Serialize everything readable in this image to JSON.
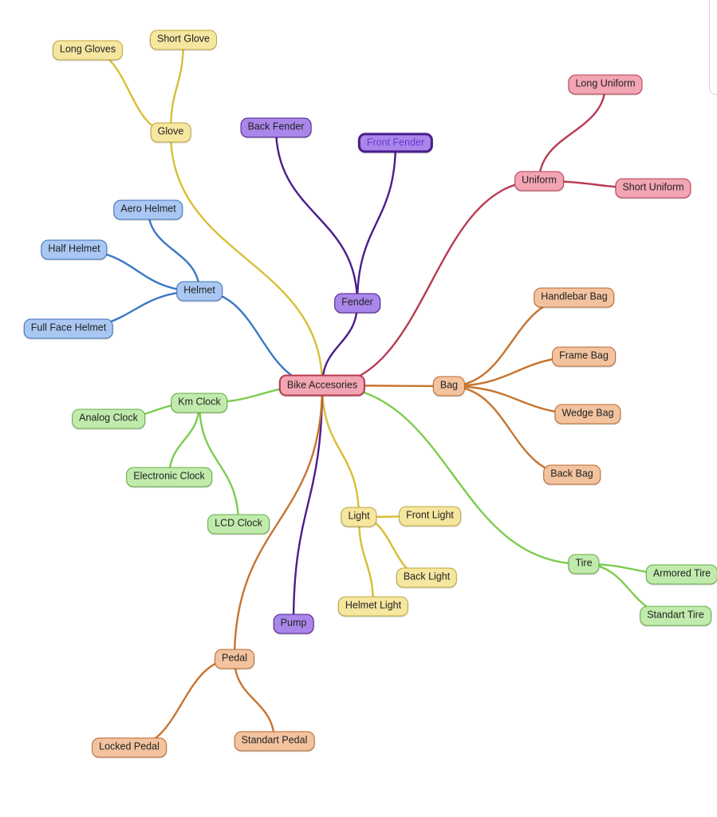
{
  "colors": {
    "red": "#b83a52",
    "purple": "#4b1d8a",
    "yellow": "#d8bf36",
    "blue": "#3b78c4",
    "green": "#7ccc4e",
    "orange": "#c7742e"
  },
  "root": {
    "label": "Bike Accesories",
    "color": "red"
  },
  "branches": [
    {
      "label": "Glove",
      "color": "yellow",
      "children": [
        "Long Gloves",
        "Short Glove"
      ]
    },
    {
      "label": "Helmet",
      "color": "blue",
      "children": [
        "Aero Helmet",
        "Half Helmet",
        "Full Face Helmet"
      ]
    },
    {
      "label": "Fender",
      "color": "purple",
      "children": [
        "Back Fender",
        "Front Fender"
      ]
    },
    {
      "label": "Uniform",
      "color": "red",
      "children": [
        "Long Uniform",
        "Short Uniform"
      ]
    },
    {
      "label": "Bag",
      "color": "orange",
      "children": [
        "Handlebar Bag",
        "Frame Bag",
        "Wedge Bag",
        "Back Bag"
      ]
    },
    {
      "label": "Km Clock",
      "color": "green",
      "children": [
        "Analog Clock",
        "Electronic Clock",
        "LCD Clock"
      ]
    },
    {
      "label": "Light",
      "color": "yellow",
      "children": [
        "Front Light",
        "Back Light",
        "Helmet Light"
      ]
    },
    {
      "label": "Tire",
      "color": "green",
      "children": [
        "Armored Tire",
        "Standart Tire"
      ]
    },
    {
      "label": "Pump",
      "color": "purple",
      "children": []
    },
    {
      "label": "Pedal",
      "color": "orange",
      "children": [
        "Locked Pedal",
        "Standart Pedal"
      ]
    }
  ],
  "selected_node": "Front Fender"
}
